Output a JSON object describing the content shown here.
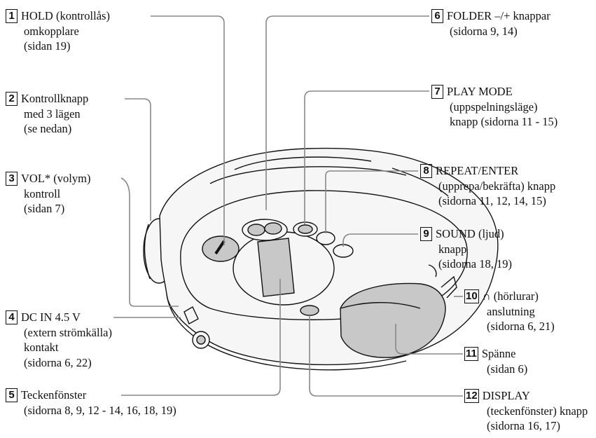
{
  "callouts": [
    {
      "num": "1",
      "lines": [
        "HOLD (kontrollås)",
        "omkopplare",
        "(sidan 19)"
      ]
    },
    {
      "num": "2",
      "lines": [
        "Kontrollknapp",
        "med 3 lägen",
        "(se nedan)"
      ]
    },
    {
      "num": "3",
      "lines": [
        "VOL* (volym)",
        "kontroll",
        "(sidan 7)"
      ]
    },
    {
      "num": "4",
      "lines": [
        "DC IN 4.5 V",
        "(extern strömkälla)",
        "kontakt",
        "(sidorna 6, 22)"
      ]
    },
    {
      "num": "5",
      "lines": [
        "Teckenfönster",
        "(sidorna 8, 9, 12 - 14, 16, 18, 19)"
      ]
    },
    {
      "num": "6",
      "lines": [
        "FOLDER –/+ knappar",
        "(sidorna 9, 14)"
      ]
    },
    {
      "num": "7",
      "lines": [
        "PLAY MODE",
        "(uppspelningsläge)",
        "knapp (sidorna 11 - 15)"
      ]
    },
    {
      "num": "8",
      "lines": [
        "REPEAT/ENTER",
        "(upprepa/bekräfta) knapp",
        "(sidorna 11, 12, 14, 15)"
      ]
    },
    {
      "num": "9",
      "lines": [
        "SOUND (ljud)",
        "knapp",
        "(sidorna 18, 19)"
      ]
    },
    {
      "num": "10",
      "lines": [
        "∩ (hörlurar)",
        "anslutning",
        "(sidorna 6, 21)"
      ]
    },
    {
      "num": "11",
      "lines": [
        "Spänne",
        "(sidan 6)"
      ]
    },
    {
      "num": "12",
      "lines": [
        "DISPLAY",
        "(teckenfönster) knapp",
        "(sidorna 16, 17)"
      ]
    }
  ],
  "colors": {
    "line": "#888888",
    "ink": "#111111",
    "body_fill": "#f6f6f6",
    "shade": "#c8c8c8"
  }
}
